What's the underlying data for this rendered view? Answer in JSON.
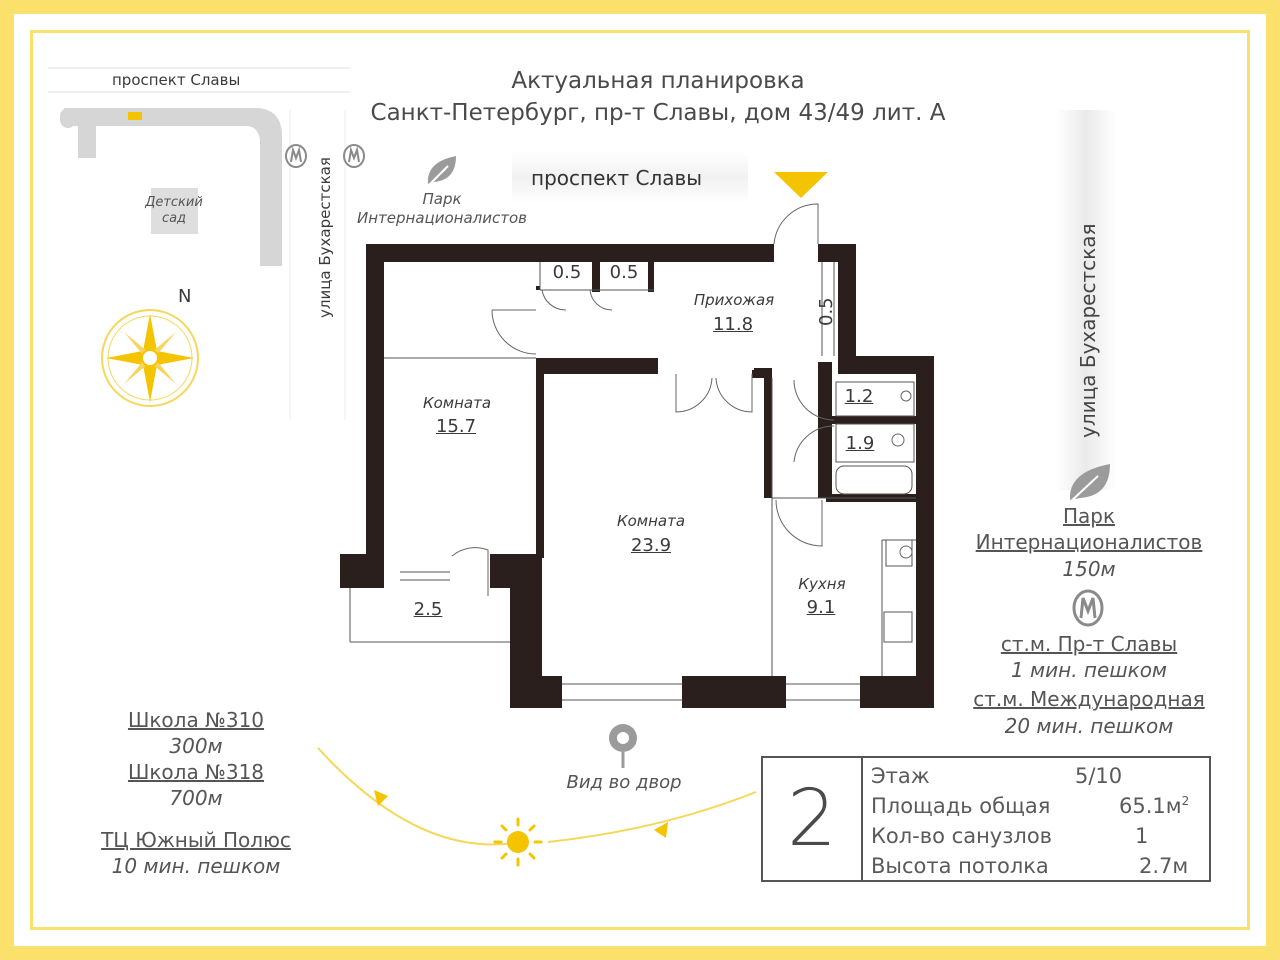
{
  "header": {
    "title_line1": "Актуальная планировка",
    "title_line2": "Санкт-Петербург, пр-т Славы, дом 43/49 лит. А"
  },
  "minimap": {
    "street_top": "проспект Славы",
    "street_side": "улица Бухарестская",
    "kindergarten_line1": "Детский",
    "kindergarten_line2": "сад",
    "north": "N"
  },
  "plan": {
    "street_top": "проспект Славы",
    "park_line1": "Парк",
    "park_line2": "Интернационалистов",
    "street_right": "улица Бухарестская",
    "rooms": [
      {
        "name": "",
        "area": "0.5"
      },
      {
        "name": "",
        "area": "0.5"
      },
      {
        "name": "Прихожая",
        "area": "11.8"
      },
      {
        "name": "",
        "area": "0.5"
      },
      {
        "name": "Комната",
        "area": "15.7"
      },
      {
        "name": "",
        "area": "1.2"
      },
      {
        "name": "",
        "area": "1.9"
      },
      {
        "name": "Комната",
        "area": "23.9"
      },
      {
        "name": "Кухня",
        "area": "9.1"
      },
      {
        "name": "",
        "area": "2.5"
      }
    ],
    "view": "Вид во двор"
  },
  "nearby_right": {
    "park_line1": "Парк",
    "park_line2": "Интернационалистов",
    "park_distance": "150м",
    "metro1_name": "ст.м. Пр-т Славы",
    "metro1_time": "1 мин. пешком",
    "metro2_name": "ст.м. Международная",
    "metro2_time": "20 мин. пешком"
  },
  "nearby_left": {
    "school1_name": "Школа №310",
    "school1_distance": "300м",
    "school2_name": "Школа №318",
    "school2_distance": "700м",
    "mall_name": "ТЦ Южный Полюс",
    "mall_time": "10 мин. пешком"
  },
  "info": {
    "rooms_count": "2",
    "rows": [
      {
        "label": "Этаж",
        "value": "5/10"
      },
      {
        "label": "Площадь общая",
        "value": "65.1м"
      },
      {
        "label": "Кол-во санузлов",
        "value": "1"
      },
      {
        "label": "Высота потолка",
        "value": "2.7м"
      }
    ],
    "area_superscript": "2"
  },
  "colors": {
    "accent_yellow": "#fbe06c",
    "sun_yellow": "#f5c400",
    "wall": "#2b1f1d"
  }
}
